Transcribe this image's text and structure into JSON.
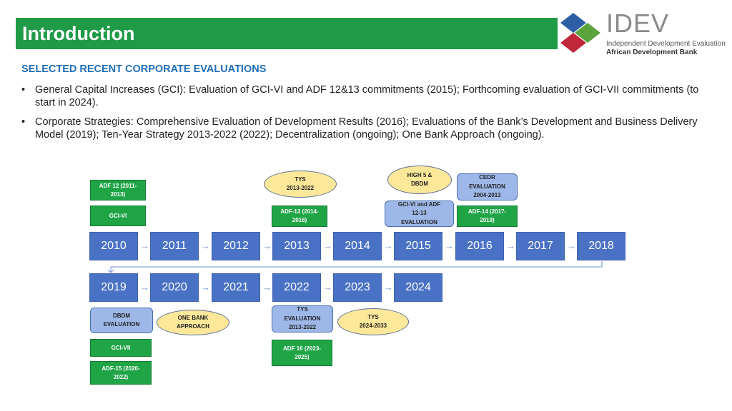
{
  "header": {
    "title": "Introduction",
    "color": "#1f9a47"
  },
  "logo": {
    "name": "IDEV",
    "line1": "Independent Development Evaluation",
    "line2": "African Development Bank",
    "colors": {
      "blue": "#2e5fa6",
      "green": "#5aa43c",
      "red": "#c0273a"
    }
  },
  "section_title": "SELECTED RECENT CORPORATE EVALUATIONS",
  "bullets": [
    "General Capital Increases (GCI): Evaluation of GCI-VI and ADF 12&13 commitments (2015); Forthcoming evaluation of GCI-VII commitments (to start in 2024).",
    "Corporate Strategies: Comprehensive Evaluation of Development Results (2016); Evaluations of the Bank’s Development and Business Delivery Model (2019); Ten-Year Strategy 2013-2022 (2022); Decentralization (ongoing); One Bank Approach (ongoing)."
  ],
  "bullet_symbol": "•",
  "timeline": {
    "row1": [
      "2010",
      "2011",
      "2012",
      "2013",
      "2014",
      "2015",
      "2016",
      "2017",
      "2018"
    ],
    "row2": [
      "2019",
      "2020",
      "2021",
      "2022",
      "2023",
      "2024"
    ],
    "arrow_symbol": "→",
    "colors": {
      "year": "#4a72c4",
      "green": "#1fa446",
      "blue": "#9db8e8",
      "yellow": "#fde89a"
    }
  },
  "boxes": {
    "adf12": "ADF 12 (2011-\n2013)",
    "gci_vi": "GCI-VI",
    "tys_2013": "TYS\n2013-2022",
    "adf13": "ADF-13 (2014-\n2016)",
    "high5": "HIGH 5 &\nDBDM",
    "gci_eval": "GCI-VI and ADF\n12-13\nEVALUATION",
    "cedr": "CEDR\nEVALUATION\n2004-2013",
    "adf14": "ADF-14 (2017-\n2019)",
    "dbdm": "DBDM\nEVALUATION",
    "one_bank": "ONE BANK\nAPPROACH",
    "tys_eval": "TYS\nEVALUATION\n2013-2022",
    "tys_2024": "TYS\n2024-2033",
    "gci_vii": "GCI-VII",
    "adf16": "ADF 16 (2023-\n2025)",
    "adf15": "ADF-15 (2020-\n2022)"
  }
}
